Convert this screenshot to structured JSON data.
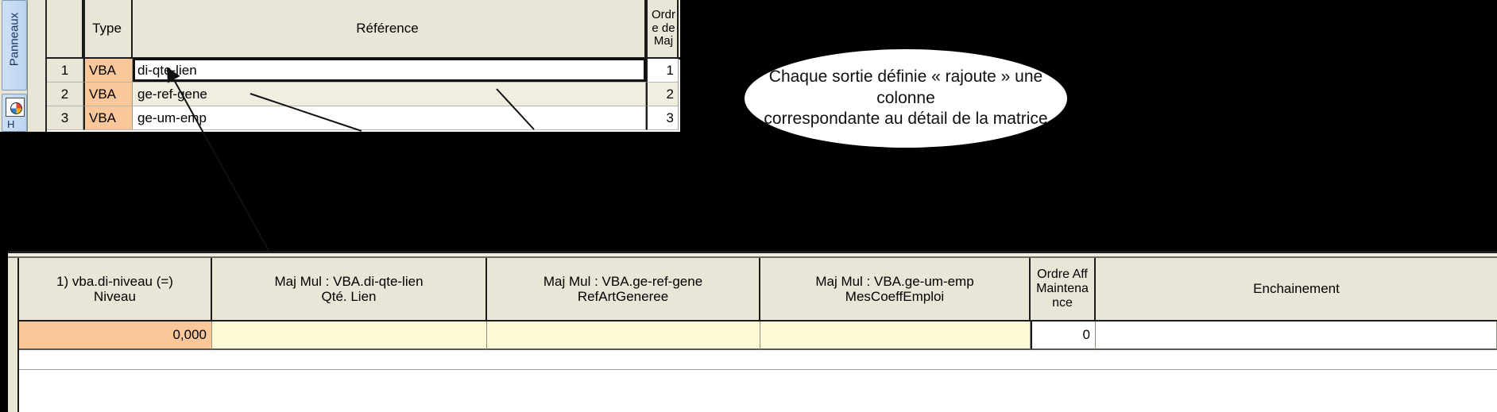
{
  "slide": {
    "background_color": "#000000",
    "callout": {
      "text": "Chaque sortie définie « rajoute » une colonne\ncorrespondante au détail de la matrice",
      "shape": "ellipse",
      "fill": "#ffffff",
      "text_color": "#111111"
    }
  },
  "top_panel": {
    "sidebar": {
      "tab_label": "Panneaux",
      "icon_name": "palette-icon",
      "icon_tab_letter": "H"
    },
    "grid": {
      "columns": [
        "",
        "Type",
        "Référence",
        "Ordre de Maj"
      ],
      "header_ordre_lines": [
        "Ordr",
        "e de",
        "Maj"
      ],
      "rows": [
        {
          "num": "1",
          "type": "VBA",
          "reference": "di-qte-lien",
          "ordre": "1",
          "selected": true
        },
        {
          "num": "2",
          "type": "VBA",
          "reference": "ge-ref-gene",
          "ordre": "2",
          "selected": false
        },
        {
          "num": "3",
          "type": "VBA",
          "reference": "ge-um-emp",
          "ordre": "3",
          "selected": false
        }
      ],
      "colors": {
        "header_bg": "#e9e6d8",
        "type_cell_bg": "#fac79a",
        "row_alt_bg": "#f0ede1",
        "selection_border": "#111111"
      }
    }
  },
  "bottom_panel": {
    "grid": {
      "columns": [
        {
          "line1": "1) vba.di-niveau (=)",
          "line2": "Niveau"
        },
        {
          "line1": "Maj Mul : VBA.di-qte-lien",
          "line2": "Qté. Lien"
        },
        {
          "line1": "Maj Mul : VBA.ge-ref-gene",
          "line2": "RefArtGeneree"
        },
        {
          "line1": "Maj Mul : VBA.ge-um-emp",
          "line2": "MesCoeffEmploi"
        },
        {
          "line1": "Ordre Aff Maintena",
          "line2": "nce"
        },
        {
          "line1": "Enchainement",
          "line2": ""
        }
      ],
      "row": {
        "niveau": "0,000",
        "qte_lien": "",
        "ref_art_generee": "",
        "mes_coeff_emploi": "",
        "ordre_aff_maintenance": "0",
        "enchainement": ""
      },
      "colors": {
        "header_bg": "#e9e6d8",
        "value_cell_bg": "#fac79a",
        "editable_cell_bg": "#fcfbd6",
        "plain_cell_bg": "#ffffff"
      }
    }
  },
  "annotations": {
    "arrow_1_name": "arrow-di-qte-lien",
    "arrow_2_name": "arrow-ge-ref-gene",
    "arrow_3_name": "arrow-callout"
  }
}
